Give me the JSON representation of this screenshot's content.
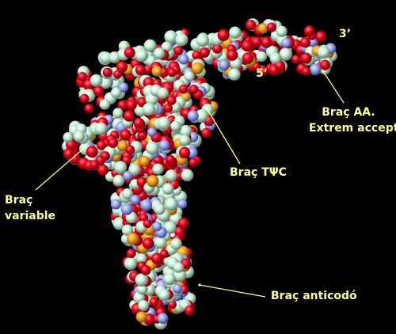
{
  "labels": {
    "three_prime": "3’",
    "five_prime": "5’",
    "acceptor_line1": "Braç AA.",
    "acceptor_line2": "Extrem acceptor",
    "tpsic": "Braç TΨC",
    "variable_line1": "Braç",
    "variable_line2": "variable",
    "anticodon": "Braç anticodó"
  },
  "colors": {
    "background": "#000000",
    "label_text": "#ffff99",
    "leader_line": "#ffff66",
    "atom_oxygen": "#e8001a",
    "atom_carbon": "#c8f0d8",
    "atom_nitrogen": "#9aa8f0",
    "atom_phosphorus": "#f0a020"
  }
}
